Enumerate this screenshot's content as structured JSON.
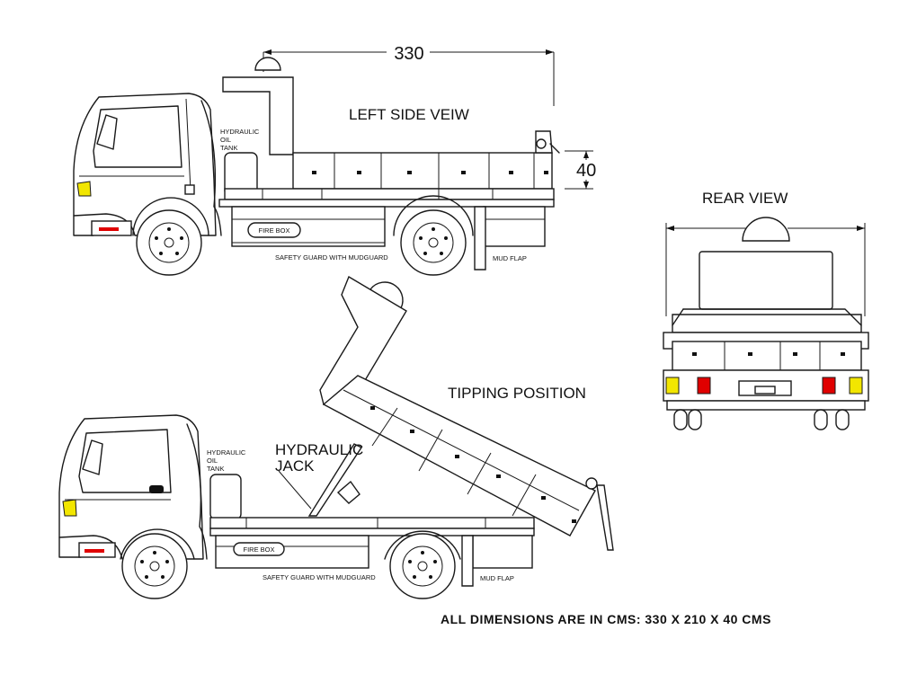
{
  "dimensions": {
    "length": "330",
    "height": "40",
    "width": "210"
  },
  "labels": {
    "left_side_view": "LEFT SIDE VEIW",
    "rear_view": "REAR  VIEW",
    "tipping_position": "TIPPING POSITION",
    "hydraulic_jack_line1": "HYDRAULIC",
    "hydraulic_jack_line2": "JACK",
    "hydraulic_oil_tank_line1": "HYDRAULIC",
    "hydraulic_oil_tank_line2": "OIL",
    "hydraulic_oil_tank_line3": "TANK",
    "fire_box": "FIRE BOX",
    "safety_guard": "SAFETY GUARD WITH MUDGUARD",
    "mud_flap": "MUD FLAP",
    "footnote": "ALL DIMENSIONS ARE IN CMS: 330 X 210 X 40 CMS"
  },
  "colors": {
    "line": "#1a1a1a",
    "indicator_amber": "#f2e600",
    "tail_light_red": "#e00000",
    "background": "#ffffff"
  }
}
